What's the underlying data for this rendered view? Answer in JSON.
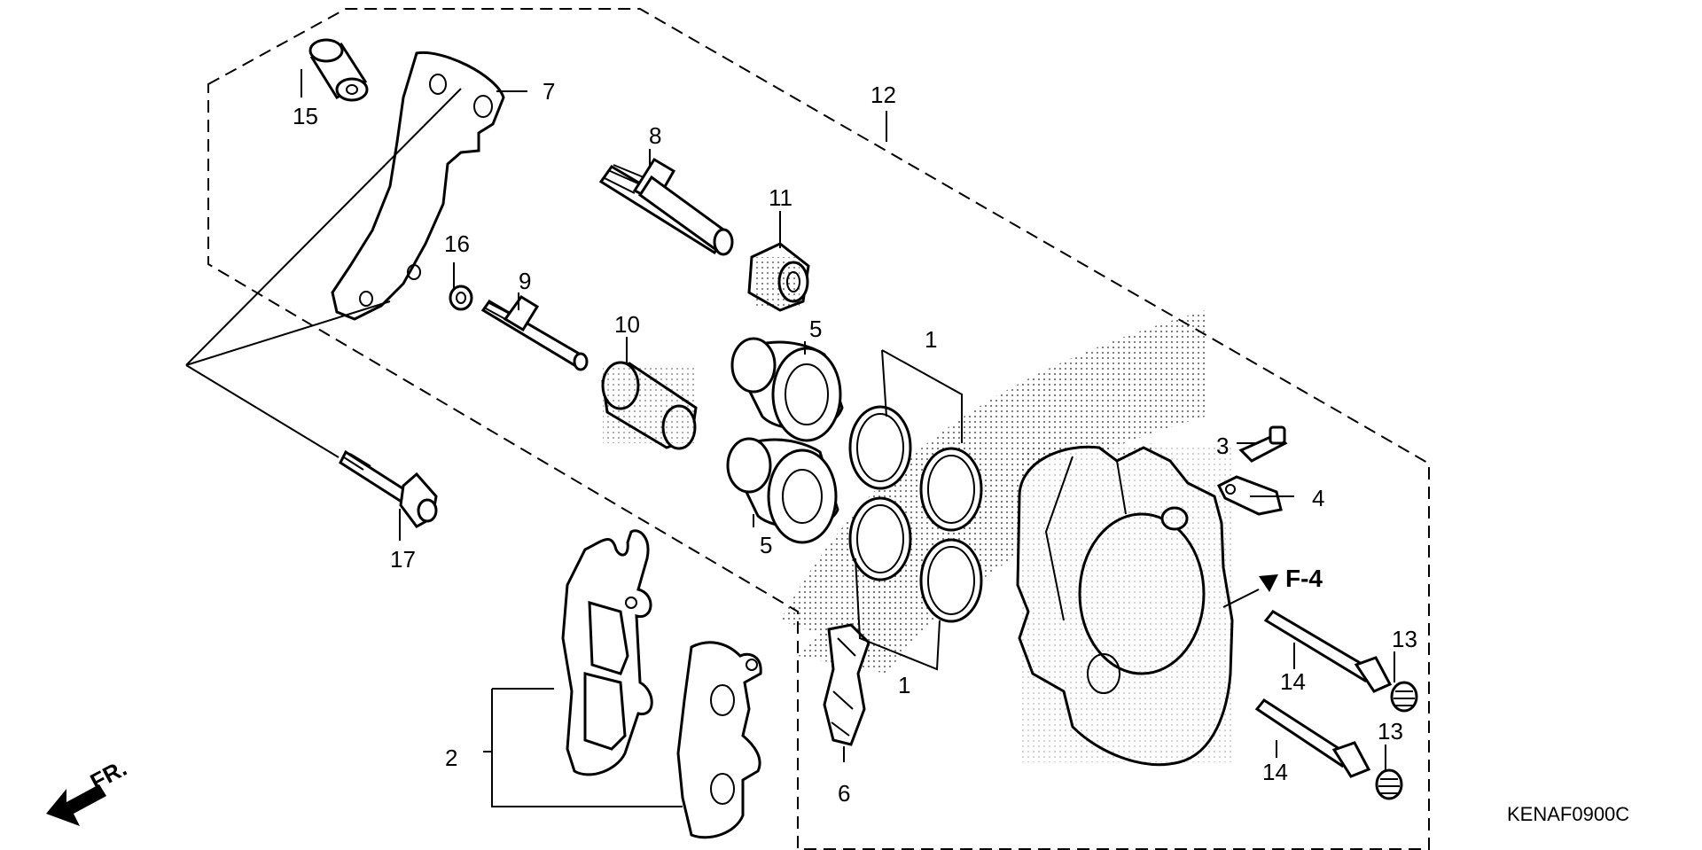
{
  "diagram_code": "KENAF0900C",
  "direction_label": "FR.",
  "reference_label": "F-4",
  "callouts": {
    "c1a": "1",
    "c1b": "1",
    "c2": "2",
    "c3": "3",
    "c4": "4",
    "c5a": "5",
    "c5b": "5",
    "c6": "6",
    "c7": "7",
    "c8": "8",
    "c9": "9",
    "c10": "10",
    "c11": "11",
    "c12": "12",
    "c13a": "13",
    "c13b": "13",
    "c14a": "14",
    "c14b": "14",
    "c15": "15",
    "c16": "16",
    "c17": "17"
  }
}
